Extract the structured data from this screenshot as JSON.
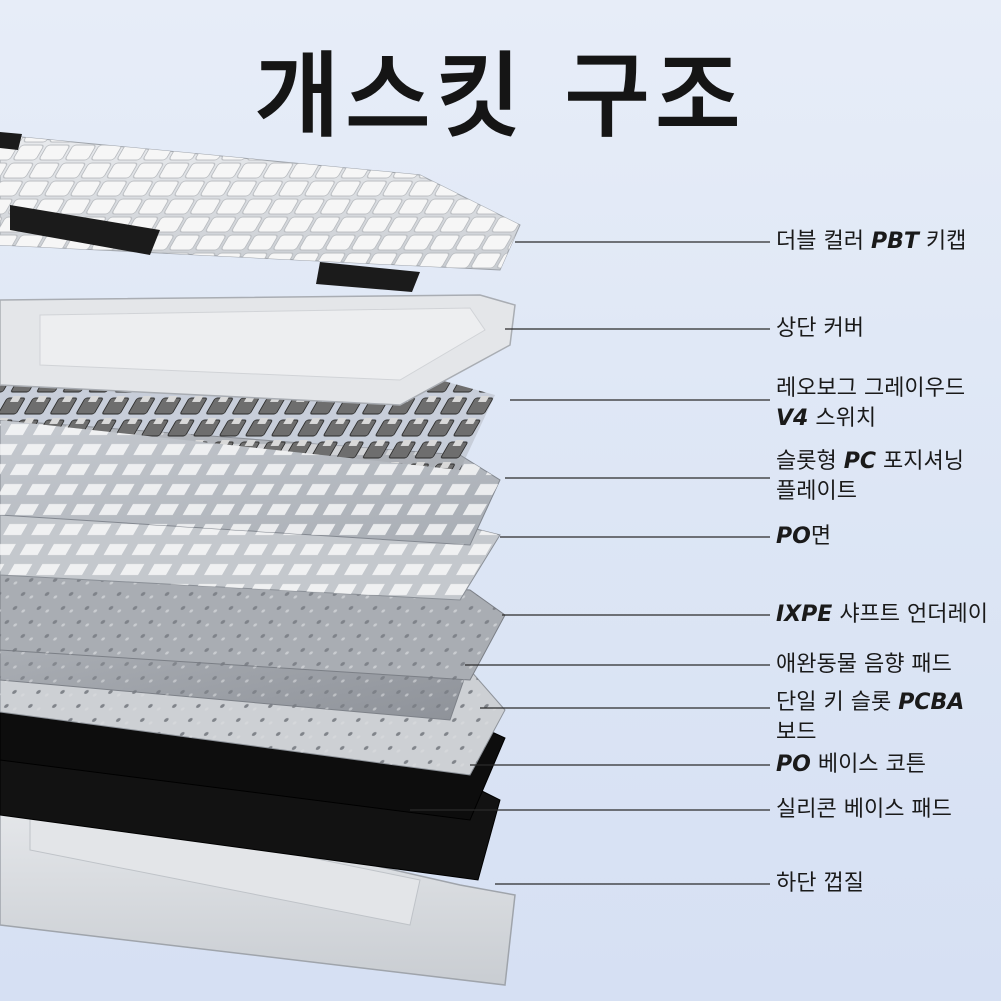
{
  "title": "개스킷 구조",
  "layers": [
    {
      "name_bold": "",
      "name_pre": "더블 컬러",
      "name_bold2": "PBT",
      "name_post": "키캡",
      "line2": ""
    },
    {
      "name_bold": "",
      "name_pre": "상단 커버",
      "name_bold2": "",
      "name_post": "",
      "line2": ""
    },
    {
      "name_bold": "",
      "name_pre": "레오보그 그레이우드",
      "name_bold2": "",
      "name_post": "",
      "line2_bold": "V4",
      "line2": "스위치"
    },
    {
      "name_bold": "",
      "name_pre": "슬롯형",
      "name_bold2": "PC",
      "name_post": "포지셔닝",
      "line2": "플레이트"
    },
    {
      "name_bold": "PO",
      "name_pre": "",
      "name_bold2": "",
      "name_post": "면",
      "line2": ""
    },
    {
      "name_bold": "IXPE",
      "name_pre": "",
      "name_bold2": "",
      "name_post": "샤프트 언더레이",
      "line2": ""
    },
    {
      "name_bold": "",
      "name_pre": "애완동물 음향 패드",
      "name_bold2": "",
      "name_post": "",
      "line2": ""
    },
    {
      "name_bold": "",
      "name_pre": "단일 키 슬롯",
      "name_bold2": "PCBA",
      "name_post": "",
      "line2": "보드"
    },
    {
      "name_bold": "PO",
      "name_pre": "",
      "name_bold2": "",
      "name_post": "베이스 코튼",
      "line2": ""
    },
    {
      "name_bold": "",
      "name_pre": "실리콘 베이스 패드",
      "name_bold2": "",
      "name_post": "",
      "line2": ""
    },
    {
      "name_bold": "",
      "name_pre": "하단 껍질",
      "name_bold2": "",
      "name_post": "",
      "line2": ""
    }
  ],
  "colors": {
    "background": "#dde6f5",
    "keycap_white": "#f2f2f2",
    "keycap_black": "#1b1b1b",
    "plate_gray": "#b7bcc3",
    "pcb_black": "#0f0f0f"
  }
}
